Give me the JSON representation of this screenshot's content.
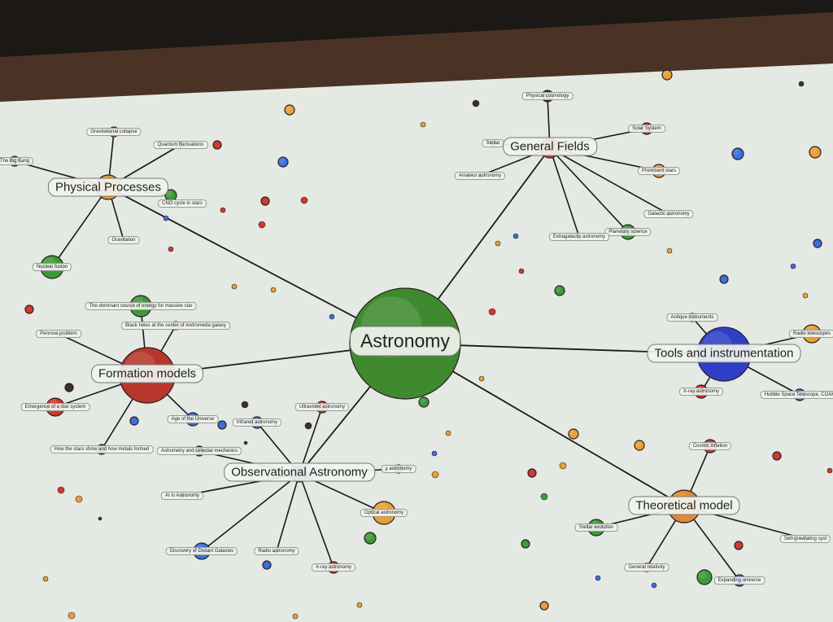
{
  "diagram": {
    "root": {
      "label": "Astronomy",
      "color": "#3f8a2e"
    },
    "branches": [
      {
        "label": "Physical Processes",
        "color": "#e39a35",
        "children": [
          "Gravitational collapse",
          "Quantum fluctuations",
          "The Big Bang",
          "CNO cycle in stars",
          "Gravitation",
          "Nuclear fusion"
        ]
      },
      {
        "label": "General Fields",
        "color": "#c9372c",
        "children": [
          "Physical cosmology",
          "Solar System",
          "Stellar",
          "Amateur astronomy",
          "Prominent stars",
          "Galactic astronomy",
          "Planetary science",
          "Extragalactic astronomy"
        ]
      },
      {
        "label": "Tools and instrumentation",
        "color": "#2f3fc8",
        "children": [
          "Antique instruments",
          "Radio telescopes",
          "X-ray astronomy",
          "Hubble Space Telescope, COAK"
        ]
      },
      {
        "label": "Formation models",
        "color": "#b8372d",
        "children": [
          "The dominant source of energy for massive star",
          "Black holes at the center of Andromeda galaxy",
          "Penrose problem",
          "Emergence of a star system",
          "Age of the Universe",
          "How the stars shine and how metals formed"
        ]
      },
      {
        "label": "Observational Astronomy",
        "color": "#3a4fc8",
        "children": [
          "Ultraviolet astronomy",
          "Infrared astronomy",
          "Astrometry and celestial mechanics",
          "y astronomy",
          "AI in Astronomy",
          "Optical astronomy",
          "Discovery of Distant Galaxies",
          "Radio astronomy",
          "X-ray astronomy"
        ]
      },
      {
        "label": "Theoretical model",
        "color": "#e08a35",
        "children": [
          "Cosmic inflation",
          "Stellar evolution",
          "Self-gravitating syst",
          "General relativity",
          "Expanding universe"
        ]
      }
    ]
  },
  "colors": {
    "screen": "#e6ebe4",
    "line": "#1a1a1a",
    "red": "#d0392e",
    "blue": "#3b6fe0",
    "green": "#3b9a3a",
    "orange": "#e8a035",
    "dark": "#3a3030"
  }
}
